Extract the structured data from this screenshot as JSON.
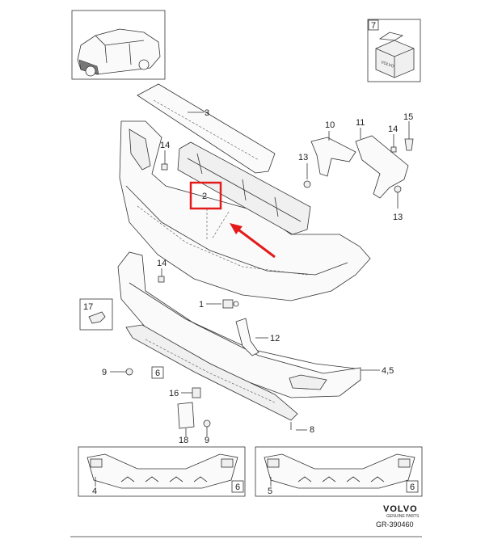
{
  "callouts": {
    "c1": "1",
    "c2": "2",
    "c3": "3",
    "c4_5": "4,5",
    "c6a": "6",
    "c8": "8",
    "c9a": "9",
    "c9b": "9",
    "c10": "10",
    "c11": "11",
    "c12": "12",
    "c13a": "13",
    "c13b": "13",
    "c14a": "14",
    "c14b": "14",
    "c14c": "14",
    "c15": "15",
    "c16": "16",
    "c17": "17",
    "c18": "18",
    "c7": "7"
  },
  "variants": {
    "left": {
      "part": "4",
      "ref": "6"
    },
    "right": {
      "part": "5",
      "ref": "6"
    }
  },
  "box_label": "VOLVO",
  "footer": {
    "brand": "VOLVO",
    "brand_sub": "GENUINE PARTS",
    "ref_code": "GR-390460"
  },
  "colors": {
    "highlight": "#e31b1b",
    "arrow": "#e31b1b",
    "line": "#333333"
  }
}
